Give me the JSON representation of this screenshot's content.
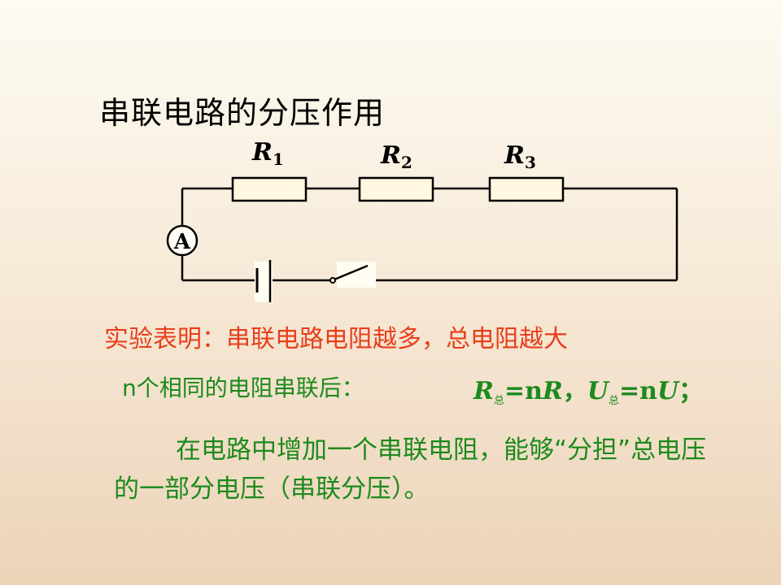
{
  "title": "串联电路的分压作用",
  "circuit": {
    "resistors": [
      {
        "symbol": "R",
        "sub": "1"
      },
      {
        "symbol": "R",
        "sub": "2"
      },
      {
        "symbol": "R",
        "sub": "3"
      }
    ],
    "ammeter_label": "A"
  },
  "conclusion": "实验表明：串联电路电阻越多，总电阻越大",
  "formula_intro": "n个相同的电阻串联后：",
  "formula": {
    "r": "R",
    "r_sub": "总",
    "r_eq": "=n",
    "r_rhs": "R",
    "sep": "，",
    "u": "U",
    "u_sub": "总",
    "u_eq": "=n",
    "u_rhs": "U",
    "end": "；"
  },
  "paragraph": "在电路中增加一个串联电阻，能够“分担”总电压的一部分电压（串联分压）。",
  "colors": {
    "title": "#000000",
    "conclusion": "#e83e1c",
    "green_text": "#1d8a1d",
    "resistor_fill": "#fff7e0",
    "background_top": "#fdfbf3",
    "background_bottom": "#ecd3b8"
  }
}
